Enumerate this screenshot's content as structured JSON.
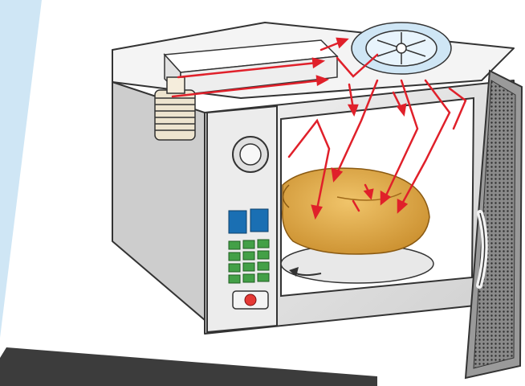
{
  "diagram": {
    "components": [
      {
        "id": "magnetron",
        "icon": "magnetron-icon"
      },
      {
        "id": "waveguide",
        "icon": "waveguide-icon"
      },
      {
        "id": "stirrer-fan",
        "icon": "fan-icon"
      },
      {
        "id": "control-panel",
        "icon": "control-panel-icon"
      },
      {
        "id": "timer-dial",
        "icon": "dial-icon"
      },
      {
        "id": "display",
        "icon": "display-icon"
      },
      {
        "id": "keypad",
        "icon": "keypad-icon"
      },
      {
        "id": "start-button",
        "icon": "button-icon"
      },
      {
        "id": "cooking-cavity",
        "icon": "cavity-icon"
      },
      {
        "id": "food-chicken",
        "icon": "chicken-icon"
      },
      {
        "id": "turntable",
        "icon": "turntable-icon"
      },
      {
        "id": "door",
        "icon": "door-icon"
      }
    ],
    "colors": {
      "background_stripe": "#cfe6f5",
      "shadow_bar": "#3c3c3c",
      "body": "#e6e6e6",
      "outline": "#333333",
      "microwave_rays": "#e0202a",
      "display": "#1a6fb3",
      "keypad": "#43a047",
      "start_button": "#e53935",
      "food": "#e3ad4a",
      "door_mesh": "#7d7d7d",
      "fan": "#cfe6f5"
    },
    "turntable_rotation": "counter-clockwise"
  }
}
